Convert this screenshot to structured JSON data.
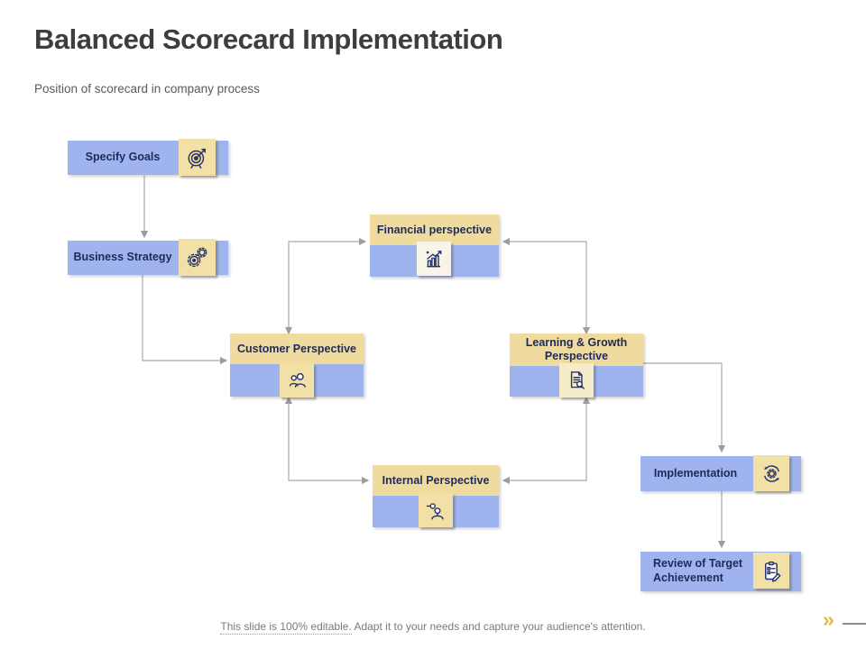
{
  "slide": {
    "title": "Balanced Scorecard Implementation",
    "subtitle": "Position of scorecard in company process",
    "footer": {
      "editable": "This slide is 100% editable.",
      "adapt": "Adapt it to your needs and capture your audience's attention."
    },
    "next_marker": "»"
  },
  "colors": {
    "box_blue": "#9fb4ee",
    "header_tan": "#f0db9e",
    "icon_bg_tan": "#f3e0a6",
    "icon_bg_light": "#f8f4e7",
    "text_navy": "#1e2a5a",
    "title_gray": "#3d3d3d",
    "arrow_gray": "#a9a9a9",
    "accent_gold": "#e5b83e"
  },
  "nodes": {
    "specify_goals": {
      "label": "Specify Goals",
      "icon": "target-icon"
    },
    "business_strategy": {
      "label": "Business Strategy",
      "icon": "gears-icon"
    },
    "financial": {
      "label": "Financial perspective",
      "icon": "bar-chart-icon"
    },
    "customer": {
      "label": "Customer Perspective",
      "icon": "customers-icon"
    },
    "learning_growth": {
      "label": "Learning & Growth Perspective",
      "icon": "document-search-icon"
    },
    "internal": {
      "label": "Internal Perspective",
      "icon": "person-search-icon"
    },
    "implementation": {
      "label": "Implementation",
      "icon": "process-cycle-icon"
    },
    "review": {
      "label": "Review of Target Achievement",
      "icon": "checklist-icon"
    }
  }
}
